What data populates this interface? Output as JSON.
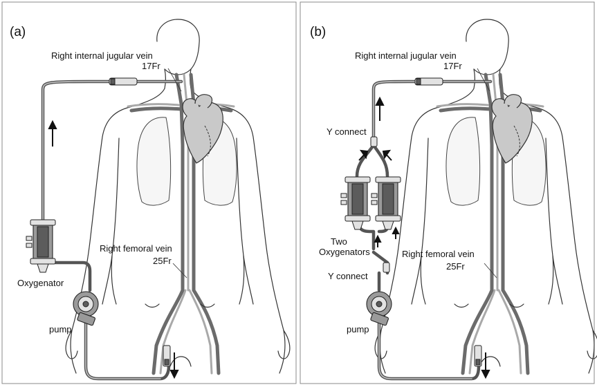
{
  "panels": [
    {
      "id": "a",
      "panel_label": "(a)",
      "labels": {
        "jugular_vein": "Right internal jugular vein",
        "jugular_size": "17Fr",
        "femoral_vein": "Right femoral vein",
        "femoral_size": "25Fr",
        "oxygenator": "Oxygenator",
        "pump": "pump"
      }
    },
    {
      "id": "b",
      "panel_label": "(b)",
      "labels": {
        "jugular_vein": "Right internal jugular vein",
        "jugular_size": "17Fr",
        "femoral_vein": "Right femoral vein",
        "femoral_size": "25Fr",
        "y_connect_top": "Y connect",
        "oxygenators_line1": "Two",
        "oxygenators_line2": "Oxygenators",
        "y_connect_bottom": "Y connect",
        "pump": "pump"
      }
    }
  ],
  "colors": {
    "tubing": "#555555",
    "heart": "#c9c9c9",
    "outline": "#333333",
    "background": "#ffffff"
  }
}
